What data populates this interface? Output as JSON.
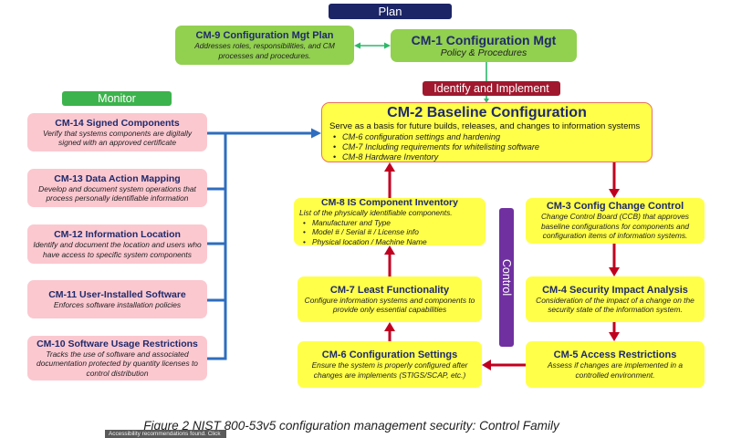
{
  "phases": {
    "plan": "Plan",
    "monitor": "Monitor",
    "identify": "Identify and Implement",
    "control": "Control"
  },
  "controls": {
    "cm9": {
      "title": "CM-9 Configuration Mgt Plan",
      "desc": "Addresses roles, responsibilities, and CM processes and procedures."
    },
    "cm1": {
      "title": "CM-1 Configuration Mgt",
      "desc": "Policy & Procedures"
    },
    "cm2": {
      "title": "CM-2 Baseline Configuration",
      "desc": "Serve as a basis for future builds, releases, and changes to information systems",
      "bullets": [
        "CM-6 configuration settings and hardening",
        "CM-7 Including requirements for whitelisting software",
        "CM-8 Hardware Inventory"
      ]
    },
    "cm3": {
      "title": "CM-3 Config Change Control",
      "desc": "Change Control Board (CCB) that approves baseline configurations for components and configuration items of information systems."
    },
    "cm4": {
      "title": "CM-4 Security Impact Analysis",
      "desc": "Consideration of the impact of a change on the security state of the information system."
    },
    "cm5": {
      "title": "CM-5 Access Restrictions",
      "desc": "Assess if changes are implemented in a controlled environment."
    },
    "cm6": {
      "title": "CM-6 Configuration Settings",
      "desc": "Ensure the system is properly configured after changes are implements (STIGS/SCAP, etc.)"
    },
    "cm7": {
      "title": "CM-7 Least Functionality",
      "desc": "Configure information systems and components to provide only essential capabilities"
    },
    "cm8": {
      "title": "CM-8 IS Component Inventory",
      "desc": "List of the physically identifiable components.",
      "bullets": [
        "Manufacturer and Type",
        "Model # / Serial # / License info",
        "Physical location / Machine Name"
      ]
    },
    "cm10": {
      "title": "CM-10 Software Usage Restrictions",
      "desc": "Tracks the use of software and associated documentation protected by quantity licenses to control distribution"
    },
    "cm11": {
      "title": "CM-11 User-Installed Software",
      "desc": "Enforces software installation policies"
    },
    "cm12": {
      "title": "CM-12 Information Location",
      "desc": "Identify and document the location and users who have access to specific system components"
    },
    "cm13": {
      "title": "CM-13 Data Action Mapping",
      "desc": "Develop and document  system operations that process personally identifiable information"
    },
    "cm14": {
      "title": "CM-14 Signed Components",
      "desc": "Verify that systems components are digitally signed with an approved certificate"
    }
  },
  "caption": "Figure 2 NIST 800-53v5 configuration management security: Control Family",
  "tooltip": "Accessibility recommendations found. Click",
  "colors": {
    "plan": "#1c2566",
    "monitor": "#3cb34c",
    "identify": "#a0182e",
    "control": "#7030a0",
    "plan_boxes": "#92d050",
    "monitor_boxes": "#fbc8d0",
    "implement_boxes": "#ffff4a",
    "title_text": "#1f2a6b",
    "flow_arrows": "#c0001f",
    "monitor_connectors": "#2e6dbf"
  }
}
